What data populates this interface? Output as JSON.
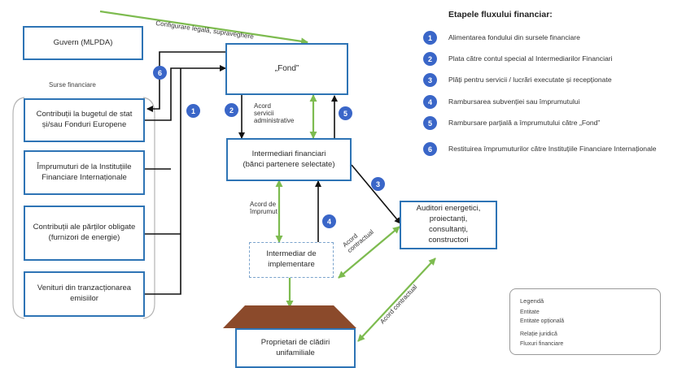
{
  "boxes": {
    "guvern": "Guvern (MLPDA)",
    "fond": "„Fond”",
    "intermediari_financiari": "Intermediari financiari (bănci partenere selectate)",
    "auditori": "Auditori energetici, proiectanți, consultanți, constructori",
    "intermediar_implementare": "Intermediar de implementare",
    "proprietari": "Proprietari de clădiri unifamiliale"
  },
  "sources": {
    "title": "Surse financiare",
    "items": [
      "Contribuții la bugetul de stat și/sau Fonduri Europene",
      "Împrumuturi de la Instituțiile Financiare Internaționale",
      "Contribuții ale părților obligate (furnizori de energie)",
      "Venituri din tranzacționarea emisiilor"
    ]
  },
  "edge_labels": {
    "configurare": "Configurare legală, supraveghere",
    "acord_servicii": "Acord\nservicii\nadministrative",
    "acord_imprumut": "Acord de\nîmprumut",
    "acord_contractual_1": "Acord\ncontractual",
    "acord_contractual_2": "Acord contractual"
  },
  "badges": [
    "1",
    "2",
    "3",
    "4",
    "5",
    "6"
  ],
  "steps": {
    "title": "Etapele fluxului financiar:",
    "items": [
      {
        "num": "1",
        "text": "Alimentarea fondului din sursele financiare"
      },
      {
        "num": "2",
        "text": "Plata către contul special al Intermediarilor Financiari"
      },
      {
        "num": "3",
        "text": "Plăți pentru servicii / lucrări executate și recepționate"
      },
      {
        "num": "4",
        "text": "Rambursarea subvenției sau împrumutului"
      },
      {
        "num": "5",
        "text": "Rambursare parțială a împrumutului către „Fond”"
      },
      {
        "num": "6",
        "text": "Restituirea împrumuturilor către Instituțiile Financiare Internaționale"
      }
    ]
  },
  "legend": {
    "title": "Legendă",
    "items": [
      "Entitate",
      "Entitate opțională",
      "Relație juridică",
      "Fluxuri financiare"
    ]
  },
  "colors": {
    "entity_border": "#2e74b5",
    "legal_relation": "#7dbb4f",
    "financial_flow": "#111111",
    "badge": "#3a66c8",
    "roof": "#8b4a2b"
  }
}
